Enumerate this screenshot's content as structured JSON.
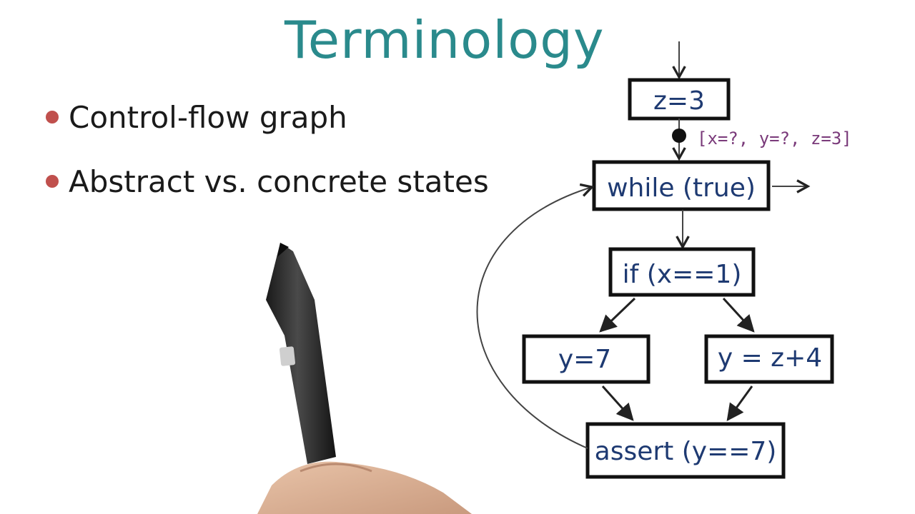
{
  "title": "Terminology",
  "bullets": [
    "Control-flow graph",
    "Abstract vs. concrete states"
  ],
  "diagram": {
    "nodes": {
      "z3": "z=3",
      "while": "while (true)",
      "if": "if (x==1)",
      "y7": "y=7",
      "yz4": "y = z+4",
      "assert": "assert (y==7)"
    },
    "state_annotation": "[x=?, y=?, z=3]"
  },
  "colors": {
    "title": "#2a8a8c",
    "bullet_dot": "#c0504d",
    "node_text": "#1e3a72",
    "state_text": "#7a3a7a"
  }
}
